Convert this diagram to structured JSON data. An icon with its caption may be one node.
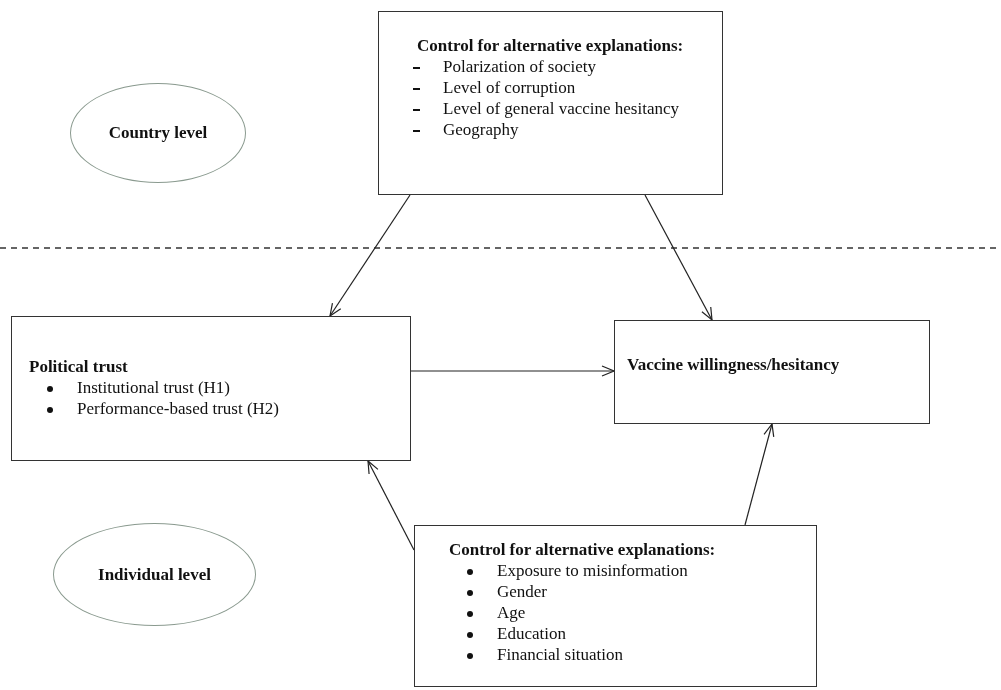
{
  "diagram": {
    "nodes": [
      {
        "text": [
          "Country level"
        ]
      },
      {
        "text": [
          "Control for alternative explanations:",
          "Polarization of society",
          "Level of corruption",
          "Level of general vaccine hesitancy",
          "Geography"
        ]
      },
      {
        "text": [
          "Political trust",
          "Institutional trust (H1)",
          "Performance-based trust (H2)"
        ]
      },
      {
        "text": [
          "Vaccine willingness/hesitancy"
        ]
      },
      {
        "text": [
          "Individual level"
        ]
      },
      {
        "text": [
          "Control for alternative explanations:",
          "Exposure to misinformation",
          "Gender",
          "Age",
          "Education",
          "Financial situation"
        ]
      }
    ],
    "edges": [
      {
        "from": 1,
        "to": 2,
        "arrow": "to"
      },
      {
        "from": 1,
        "to": 3,
        "arrow": "to"
      },
      {
        "from": 2,
        "to": 3,
        "arrow": "to"
      },
      {
        "from": 5,
        "to": 2,
        "arrow": "to"
      },
      {
        "from": 5,
        "to": 3,
        "arrow": "to"
      }
    ]
  }
}
